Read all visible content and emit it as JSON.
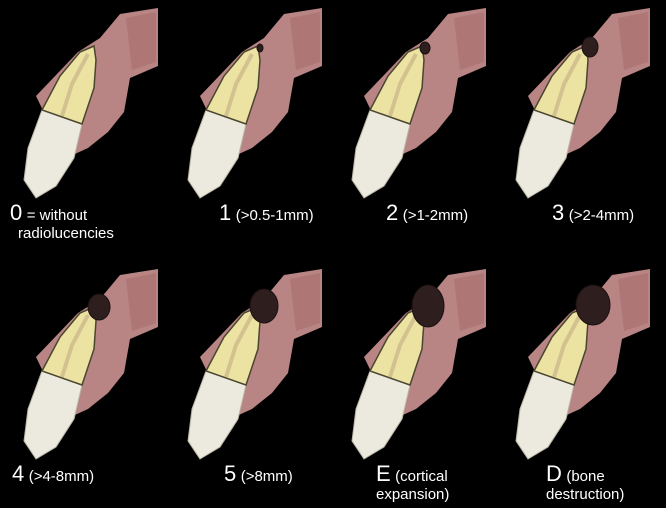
{
  "panels": [
    {
      "grade": "0",
      "desc": "= without",
      "desc2": "radiolucencies",
      "lesion": 0
    },
    {
      "grade": "1",
      "desc": "(>0.5-1mm)",
      "desc2": "",
      "lesion": 1
    },
    {
      "grade": "2",
      "desc": "(>1-2mm)",
      "desc2": "",
      "lesion": 2
    },
    {
      "grade": "3",
      "desc": "(>2-4mm)",
      "desc2": "",
      "lesion": 3
    },
    {
      "grade": "4",
      "desc": "(>4-8mm)",
      "desc2": "",
      "lesion": 4
    },
    {
      "grade": "5",
      "desc": "(>8mm)",
      "desc2": "",
      "lesion": 5
    },
    {
      "grade": "E",
      "desc": "(cortical",
      "desc2": "expansion)",
      "lesion": 6
    },
    {
      "grade": "D",
      "desc": "(bone",
      "desc2": "destruction)",
      "lesion": 7
    }
  ],
  "colors": {
    "background": "#000000",
    "bone": "#c98f8f",
    "bone_dark": "#a86b6b",
    "root": "#ece3a3",
    "root_edge": "#4a4630",
    "crown": "#ece9de",
    "lesion": "#2e1e1e",
    "text": "#ffffff"
  }
}
